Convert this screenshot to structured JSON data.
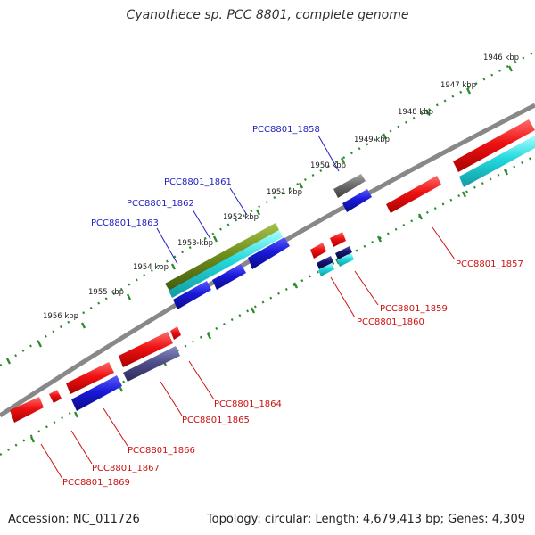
{
  "title": "Cyanothece sp. PCC 8801, complete genome",
  "footer": {
    "accession": "Accession: NC_011726",
    "topology": "Topology: circular; Length: 4,679,413 bp; Genes: 4,309"
  },
  "scale_labels": [
    {
      "id": "kbp-1946",
      "text": "1946 kbp"
    },
    {
      "id": "kbp-1947",
      "text": "1947 kbp"
    },
    {
      "id": "kbp-1948",
      "text": "1948 kbp"
    },
    {
      "id": "kbp-1949",
      "text": "1949 kbp"
    },
    {
      "id": "kbp-1950",
      "text": "1950 kbp"
    },
    {
      "id": "kbp-1951",
      "text": "1951 kbp"
    },
    {
      "id": "kbp-1952",
      "text": "1952 kbp"
    },
    {
      "id": "kbp-1953",
      "text": "1953 kbp"
    },
    {
      "id": "kbp-1954",
      "text": "1954 kbp"
    },
    {
      "id": "kbp-1955",
      "text": "1955 kbp"
    },
    {
      "id": "kbp-1956",
      "text": "1956 kbp"
    }
  ],
  "genes_forward": [
    "PCC8801_1858",
    "PCC8801_1861",
    "PCC8801_1862",
    "PCC8801_1863"
  ],
  "genes_reverse": [
    "PCC8801_1857",
    "PCC8801_1859",
    "PCC8801_1860",
    "PCC8801_1864",
    "PCC8801_1865",
    "PCC8801_1866",
    "PCC8801_1867",
    "PCC8801_1869"
  ],
  "colors": {
    "forward_label": "#1f1fbf",
    "reverse_label": "#cc1111",
    "backbone": "#7a7a7a",
    "tick": "#2e8b2e",
    "red": "#ee1111",
    "blue": "#1a1ad8",
    "cyan": "#22d8dd",
    "olive": "#6f8f1f",
    "gray": "#6e6e6e",
    "navy": "#141470",
    "slate": "#50508a"
  }
}
